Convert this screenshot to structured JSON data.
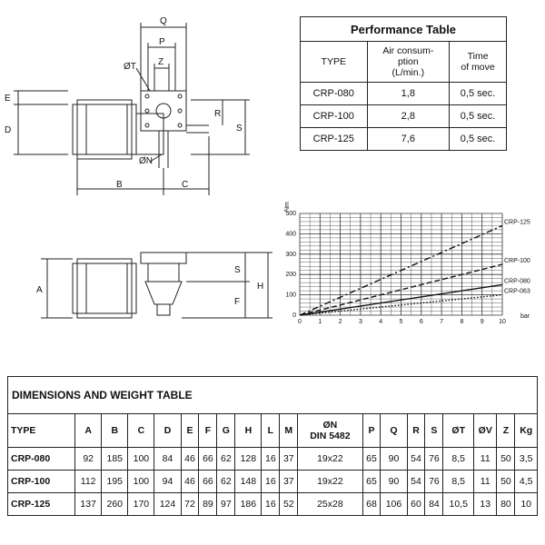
{
  "performance_table": {
    "title": "Performance Table",
    "headers": [
      "TYPE",
      "Air consum-\nption\n(L/min.)",
      "Time\nof move"
    ],
    "rows": [
      [
        "CRP-080",
        "1,8",
        "0,5 sec."
      ],
      [
        "CRP-100",
        "2,8",
        "0,5 sec."
      ],
      [
        "CRP-125",
        "7,6",
        "0,5 sec."
      ]
    ]
  },
  "drawing_labels": {
    "top": {
      "Q": "Q",
      "P": "P",
      "T": "ØT",
      "Z": "Z",
      "E": "E",
      "D": "D",
      "R": "R",
      "S": "S",
      "N": "ØN",
      "B": "B",
      "C": "C"
    },
    "side": {
      "A": "A",
      "S": "S",
      "F": "F",
      "H": "H"
    }
  },
  "chart_data": {
    "type": "line",
    "ylabel": "Nm",
    "xlabel": "bar",
    "x_ticks": [
      0,
      1,
      2,
      3,
      4,
      5,
      6,
      7,
      8,
      9,
      10
    ],
    "y_ticks": [
      0,
      100,
      200,
      300,
      400,
      500
    ],
    "xlim": [
      0,
      10
    ],
    "ylim": [
      0,
      500
    ],
    "series": [
      {
        "name": "CRP-125",
        "x": [
          0,
          10
        ],
        "y": [
          0,
          440
        ],
        "style": "dashdot"
      },
      {
        "name": "CRP-100",
        "x": [
          0,
          10
        ],
        "y": [
          0,
          250
        ],
        "style": "dashed"
      },
      {
        "name": "CRP-080",
        "x": [
          0,
          10
        ],
        "y": [
          0,
          150
        ],
        "style": "solid"
      },
      {
        "name": "CRP-063",
        "x": [
          0,
          10
        ],
        "y": [
          0,
          100
        ],
        "style": "dotted"
      }
    ]
  },
  "dimensions_table": {
    "title": "DIMENSIONS AND WEIGHT TABLE",
    "headers": [
      "TYPE",
      "A",
      "B",
      "C",
      "D",
      "E",
      "F",
      "G",
      "H",
      "L",
      "M",
      "ØN\nDIN 5482",
      "P",
      "Q",
      "R",
      "S",
      "ØT",
      "ØV",
      "Z",
      "Kg"
    ],
    "rows": [
      [
        "CRP-080",
        "92",
        "185",
        "100",
        "84",
        "46",
        "66",
        "62",
        "128",
        "16",
        "37",
        "19x22",
        "65",
        "90",
        "54",
        "76",
        "8,5",
        "11",
        "50",
        "3,5"
      ],
      [
        "CRP-100",
        "112",
        "195",
        "100",
        "94",
        "46",
        "66",
        "62",
        "148",
        "16",
        "37",
        "19x22",
        "65",
        "90",
        "54",
        "76",
        "8,5",
        "11",
        "50",
        "4,5"
      ],
      [
        "CRP-125",
        "137",
        "260",
        "170",
        "124",
        "72",
        "89",
        "97",
        "186",
        "16",
        "52",
        "25x28",
        "68",
        "106",
        "60",
        "84",
        "10,5",
        "13",
        "80",
        "10"
      ]
    ]
  }
}
